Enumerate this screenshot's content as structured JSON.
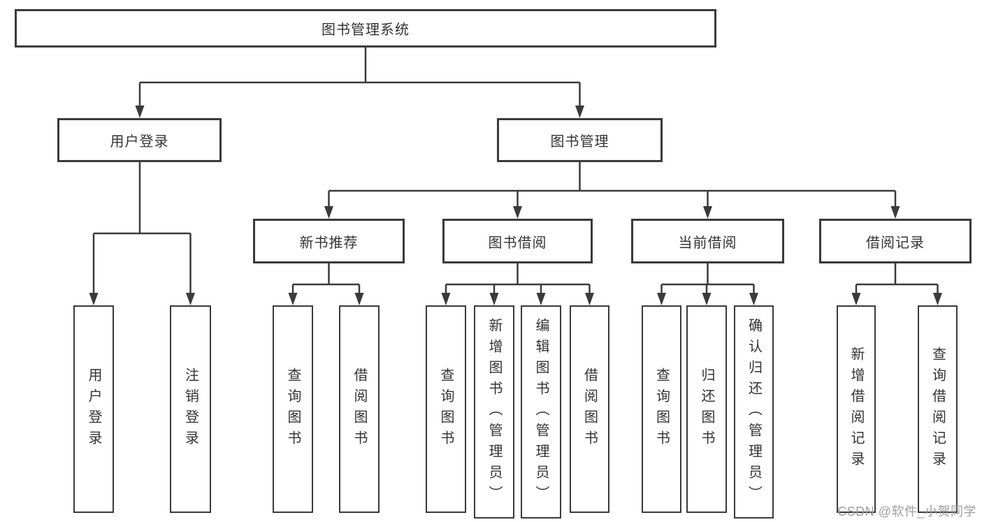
{
  "title": "图书管理系统",
  "tree": {
    "root": {
      "label": "图书管理系统"
    },
    "branches": [
      {
        "label": "用户登录",
        "children": [
          {
            "label": "用户登录"
          },
          {
            "label": "注销登录"
          }
        ]
      },
      {
        "label": "图书管理",
        "children": [
          {
            "label": "新书推荐",
            "children": [
              {
                "label": "查询图书"
              },
              {
                "label": "借阅图书"
              }
            ]
          },
          {
            "label": "图书借阅",
            "children": [
              {
                "label": "查询图书"
              },
              {
                "label": "新增图书（管理员）"
              },
              {
                "label": "编辑图书（管理员）"
              },
              {
                "label": "借阅图书"
              }
            ]
          },
          {
            "label": "当前借阅",
            "children": [
              {
                "label": "查询图书"
              },
              {
                "label": "归还图书"
              },
              {
                "label": "确认归还（管理员）"
              }
            ]
          },
          {
            "label": "借阅记录",
            "children": [
              {
                "label": "新增借阅记录"
              },
              {
                "label": "查询借阅记录"
              }
            ]
          }
        ]
      }
    ]
  },
  "watermark": "CSDN @软件_小贺同学",
  "colors": {
    "line": "#3a3a3a",
    "text": "#333333",
    "background": "#ffffff",
    "watermark": "#9e9e9e"
  }
}
